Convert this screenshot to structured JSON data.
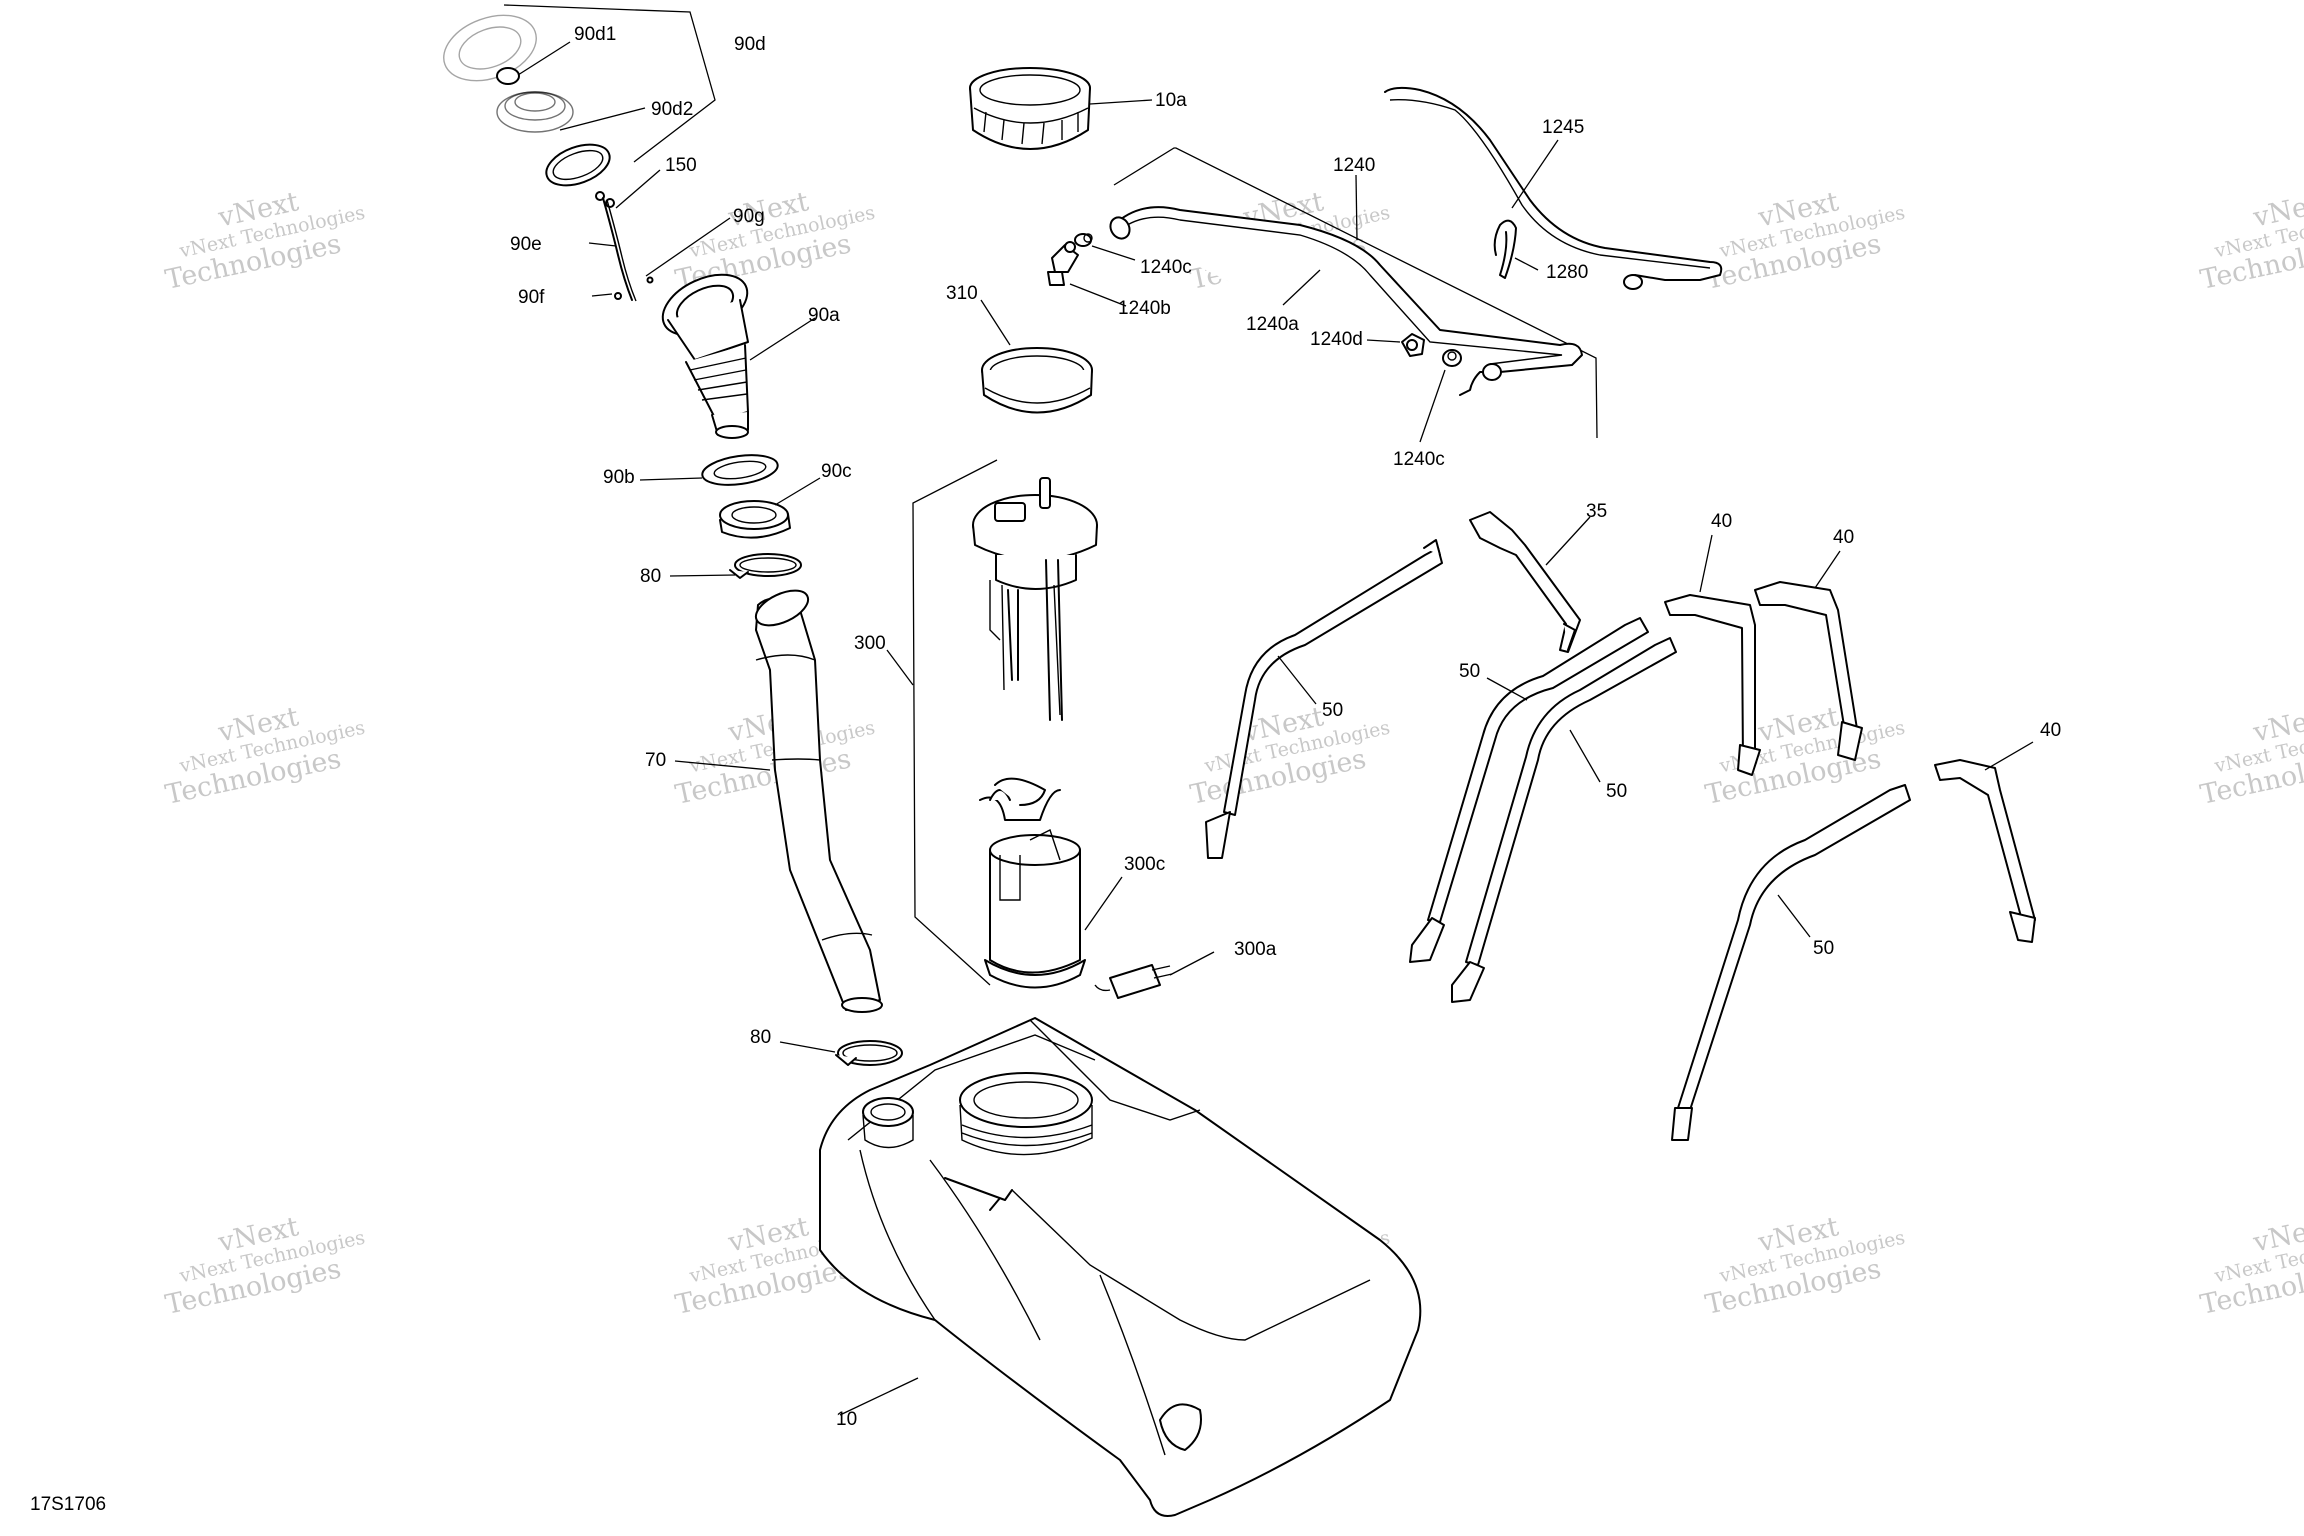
{
  "diagram": {
    "figure_code": "17S1706",
    "watermark": {
      "line1": "vNext Technologies",
      "line2": "Technologies",
      "line3": "vNext"
    },
    "callouts": [
      {
        "id": "90d1",
        "text": "90d1"
      },
      {
        "id": "90d",
        "text": "90d"
      },
      {
        "id": "90d2",
        "text": "90d2"
      },
      {
        "id": "150",
        "text": "150"
      },
      {
        "id": "90g",
        "text": "90g"
      },
      {
        "id": "90e",
        "text": "90e"
      },
      {
        "id": "90f",
        "text": "90f"
      },
      {
        "id": "90a",
        "text": "90a"
      },
      {
        "id": "90b",
        "text": "90b"
      },
      {
        "id": "90c",
        "text": "90c"
      },
      {
        "id": "80a",
        "text": "80"
      },
      {
        "id": "70",
        "text": "70"
      },
      {
        "id": "80b",
        "text": "80"
      },
      {
        "id": "10",
        "text": "10"
      },
      {
        "id": "10a",
        "text": "10a"
      },
      {
        "id": "310",
        "text": "310"
      },
      {
        "id": "300",
        "text": "300"
      },
      {
        "id": "300c",
        "text": "300c"
      },
      {
        "id": "300a",
        "text": "300a"
      },
      {
        "id": "1240",
        "text": "1240"
      },
      {
        "id": "1240c-top",
        "text": "1240c"
      },
      {
        "id": "1240b",
        "text": "1240b"
      },
      {
        "id": "1240a",
        "text": "1240a"
      },
      {
        "id": "1240d",
        "text": "1240d"
      },
      {
        "id": "1240c-bottom",
        "text": "1240c"
      },
      {
        "id": "1245",
        "text": "1245"
      },
      {
        "id": "1280",
        "text": "1280"
      },
      {
        "id": "35",
        "text": "35"
      },
      {
        "id": "40-a",
        "text": "40"
      },
      {
        "id": "40-b",
        "text": "40"
      },
      {
        "id": "40-c",
        "text": "40"
      },
      {
        "id": "50-a",
        "text": "50"
      },
      {
        "id": "50-b",
        "text": "50"
      },
      {
        "id": "50-c",
        "text": "50"
      },
      {
        "id": "50-d",
        "text": "50"
      }
    ]
  }
}
